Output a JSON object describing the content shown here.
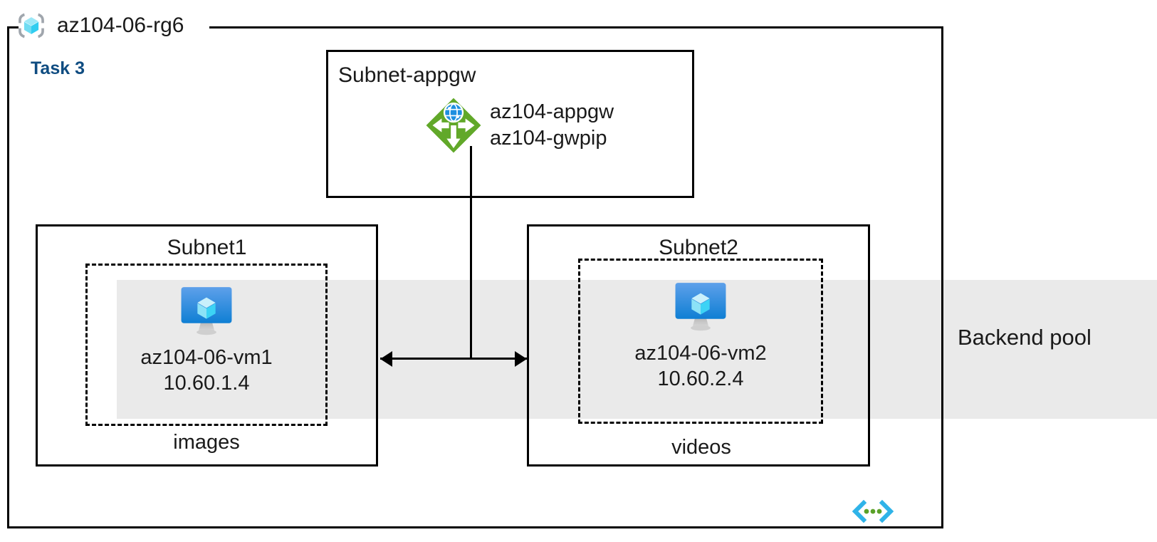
{
  "diagram": {
    "resource_group": {
      "name": "az104-06-rg6",
      "icon": "resource-group-icon"
    },
    "task_label": "Task 3",
    "backend_pool": {
      "label": "Backend pool",
      "band_color": "#eaeaea"
    },
    "subnets": [
      {
        "id": "subnet-appgw",
        "title": "Subnet-appgw",
        "resources": [
          {
            "icon": "application-gateway-icon",
            "icon_color": "#61a829",
            "lines": [
              "az104-appgw",
              "az104-gwpip"
            ]
          }
        ]
      },
      {
        "id": "subnet1",
        "title": "Subnet1",
        "footer": "images",
        "vm": {
          "icon": "virtual-machine-icon",
          "name": "az104-06-vm1",
          "ip": "10.60.1.4"
        }
      },
      {
        "id": "subnet2",
        "title": "Subnet2",
        "footer": "videos",
        "vm": {
          "icon": "virtual-machine-icon",
          "name": "az104-06-vm2",
          "ip": "10.60.2.4"
        }
      }
    ],
    "connectors": [
      {
        "id": "appgw-to-backend",
        "type": "vertical-line"
      },
      {
        "id": "subnet1-subnet2-link",
        "type": "double-headed-arrow"
      }
    ],
    "footer_glyph": {
      "icon": "code-brackets-icon",
      "bracket_color": "#2fb3e8",
      "dot_color": "#5aa128"
    },
    "colors": {
      "task_accent": "#0f4c81",
      "line": "#000000",
      "text": "#1a1a1a"
    }
  }
}
